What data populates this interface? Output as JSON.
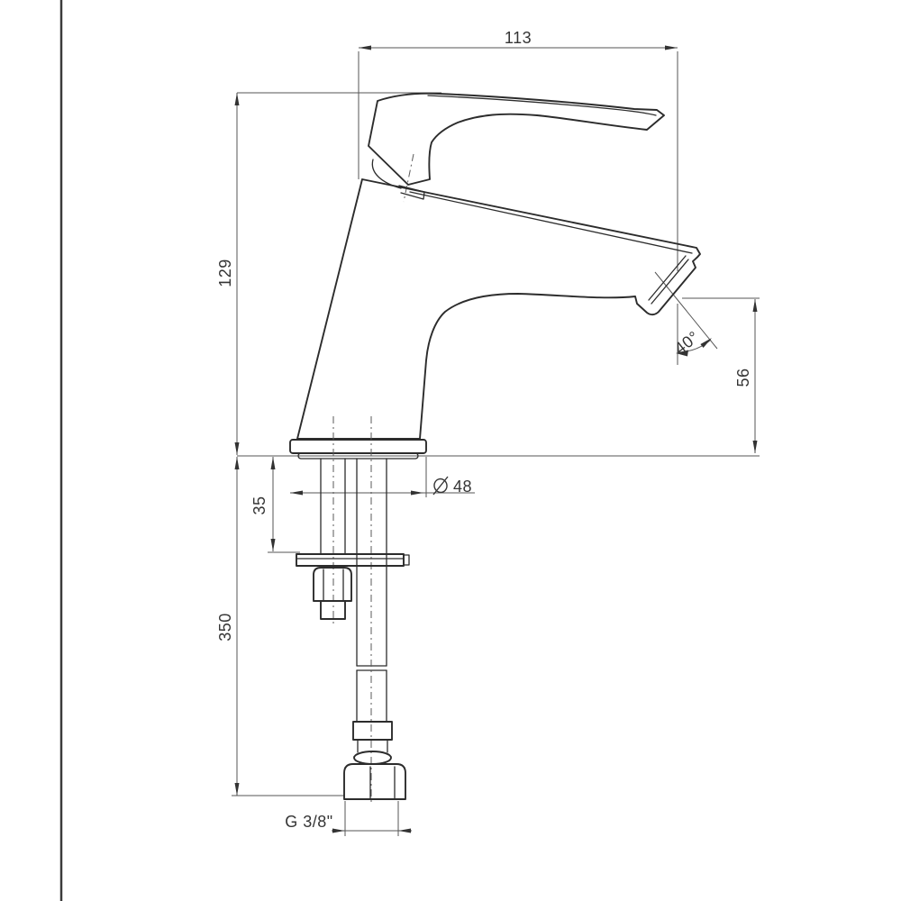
{
  "drawing": {
    "kind": "technical dimensional drawing",
    "subject": "single-lever basin mixer tap, side view",
    "colors": {
      "background": "#ffffff",
      "outline": "#2c2c2c",
      "dimension_lines": "#555555",
      "text": "#353535",
      "page_border": "#3b3b3b"
    },
    "dims": {
      "spout_reach": "113",
      "body_height": "129",
      "spout_angle": "40°",
      "outlet_height": "56",
      "base_diameter_symbol": "Ø",
      "base_diameter_value": "48",
      "deck_thickness": "35",
      "hose_length": "350",
      "thread": "G 3/8\""
    }
  }
}
